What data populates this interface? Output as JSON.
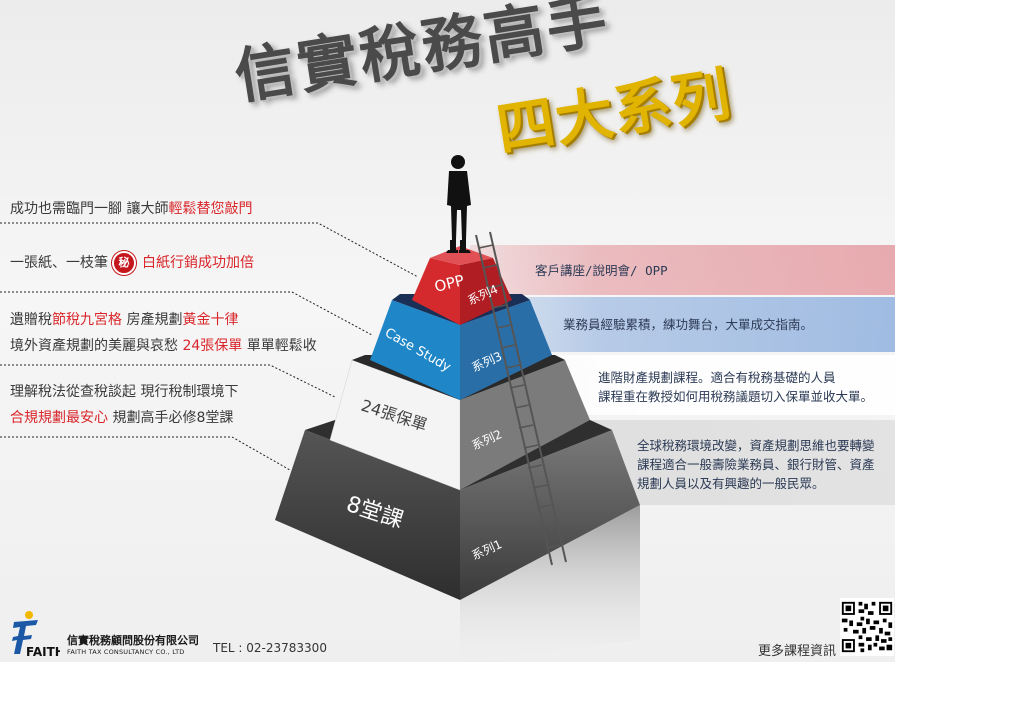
{
  "title": {
    "main": "信實稅務高手",
    "sub": "四大系列"
  },
  "left_notes": {
    "n1": {
      "a": "成功也需臨門一腳 讓大師",
      "b": "輕鬆替您敲門"
    },
    "n2": {
      "a": "一張紙、一枝筆",
      "seal": "秘",
      "b": "白紙行銷成功加倍"
    },
    "n3": {
      "a": "遺贈稅",
      "b": "節稅九宮格",
      "c": " 房產規劃",
      "d": "黃金十律"
    },
    "n4": {
      "a": "境外資產規劃的美麗與哀愁 ",
      "b": "24張保單",
      "c": " 單單輕鬆收"
    },
    "n5": {
      "a": "理解稅法從查稅談起 現行稅制環境下"
    },
    "n6": {
      "a": "合規規劃最安心",
      "b": " 規劃高手必修8堂課"
    }
  },
  "pyramid": {
    "tier4": {
      "front": "OPP",
      "side": "系列4"
    },
    "tier3": {
      "front": "Case Study",
      "side": "系列3"
    },
    "tier2": {
      "front": "24張保單",
      "side": "系列2"
    },
    "tier1": {
      "front": "8堂課",
      "side": "系列1"
    }
  },
  "bands": {
    "b4": {
      "l1": "客戶講座/說明會/ OPP"
    },
    "b3": {
      "l1": "業務員經驗累積，練功舞台，大單成交指南。"
    },
    "b2": {
      "l1": "進階財產規劃課程。適合有稅務基礎的人員",
      "l2": "課程重在教授如何用稅務議題切入保單並收大單。"
    },
    "b1": {
      "l1": "全球稅務環境改變，資產規劃思維也要轉變",
      "l2": "課程適合一般壽險業務員、銀行財管、資產",
      "l3": "規劃人員以及有興趣的一般民眾。"
    }
  },
  "footer": {
    "logo_text": "FAITH",
    "company_zh": "信實稅務顧問股份有限公司",
    "company_en": "FAITH TAX CONSULTANCY CO., LTD",
    "tel": "TEL : 02-23783300",
    "more": "更多課程資訊"
  },
  "colors": {
    "red": "#d42a2e",
    "blue": "#1f86c8",
    "white_tier": "#f4f4f4",
    "dark_tier": "#4a4a4a",
    "gold": "#e0b400"
  },
  "icons": {
    "figure": "businessman-silhouette-icon",
    "ladder": "ladder-icon",
    "qr": "qr-code-icon",
    "logo": "faith-logo-icon"
  }
}
